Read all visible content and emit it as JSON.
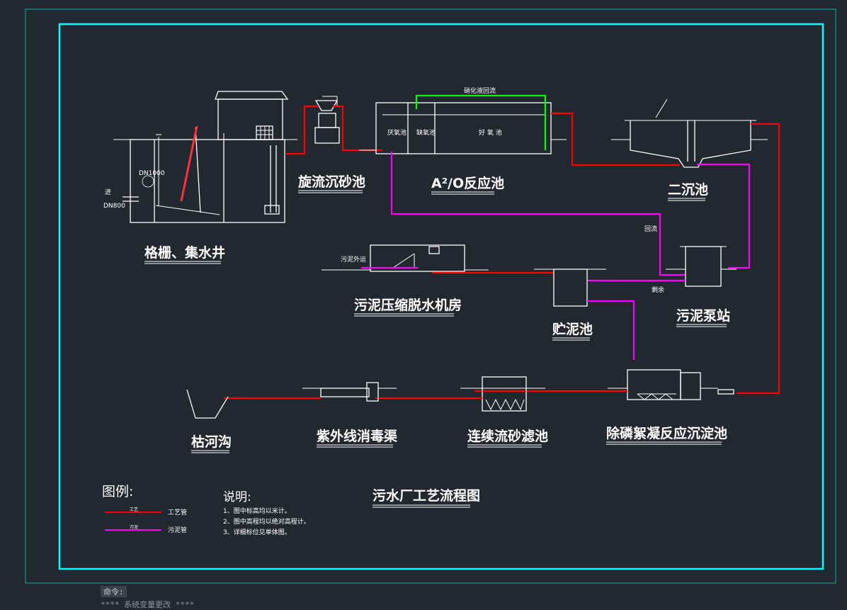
{
  "title": "污水厂工艺流程图",
  "units": {
    "screen": "格栅、集水井",
    "grit": "旋流沉砂池",
    "ao": "A²/O反应池",
    "clarifier": "二沉池",
    "sludge_dewater": "污泥压缩脱水机房",
    "sludge_tank": "贮泥池",
    "sludge_pump": "污泥泵站",
    "phos": "除磷絮凝反应沉淀池",
    "filter": "连续流砂滤池",
    "uv": "紫外线消毒渠",
    "river": "枯河沟"
  },
  "labels": {
    "dn1000": "DN1000",
    "dn800": "DN800",
    "in_label": "进",
    "nitrified_return": "硝化液回流",
    "anaerobic": "厌氧池",
    "anoxic": "缺氧池",
    "aerobic": "好 氧 池",
    "sludge_out": "污泥外运",
    "return_sludge": "回流",
    "excess_sludge": "剩余"
  },
  "legend": {
    "title": "图例:",
    "items": [
      {
        "line_text": "工艺",
        "label": "工艺管",
        "color": "#ff0000"
      },
      {
        "line_text": "污泥",
        "label": "污泥管",
        "color": "#ff00ff"
      }
    ]
  },
  "notes": {
    "title": "说明:",
    "items": [
      "1、图中标高均以米计。",
      "2、图中高程均以绝对高程计。",
      "3、详细标位见单体图。"
    ]
  },
  "pipe_text": {
    "process": "工艺",
    "sludge": "污泥"
  },
  "command": {
    "prompt": "命令:",
    "line2": "****  系统变量更改  ****"
  },
  "colors": {
    "background": "#212830",
    "outer_frame": "#00b5b5",
    "inner_frame": "#00ffff",
    "process_pipe": "#ff0000",
    "sludge_pipe": "#ff00ff",
    "aeration": "#00ff00"
  }
}
